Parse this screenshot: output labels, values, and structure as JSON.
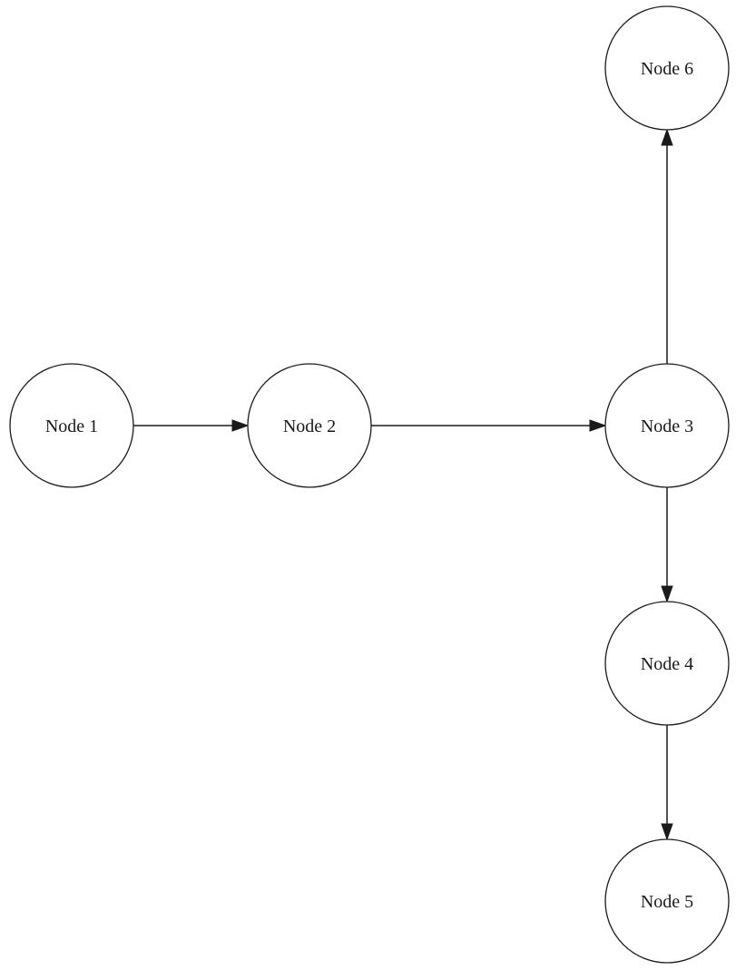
{
  "diagram": {
    "type": "directed-graph",
    "nodes": [
      {
        "id": "n1",
        "label": "Node 1"
      },
      {
        "id": "n2",
        "label": "Node 2"
      },
      {
        "id": "n3",
        "label": "Node 3"
      },
      {
        "id": "n4",
        "label": "Node 4"
      },
      {
        "id": "n5",
        "label": "Node 5"
      },
      {
        "id": "n6",
        "label": "Node 6"
      }
    ],
    "edges": [
      {
        "from": "n1",
        "to": "n2"
      },
      {
        "from": "n2",
        "to": "n3"
      },
      {
        "from": "n3",
        "to": "n6"
      },
      {
        "from": "n3",
        "to": "n4"
      },
      {
        "from": "n4",
        "to": "n5"
      }
    ]
  }
}
